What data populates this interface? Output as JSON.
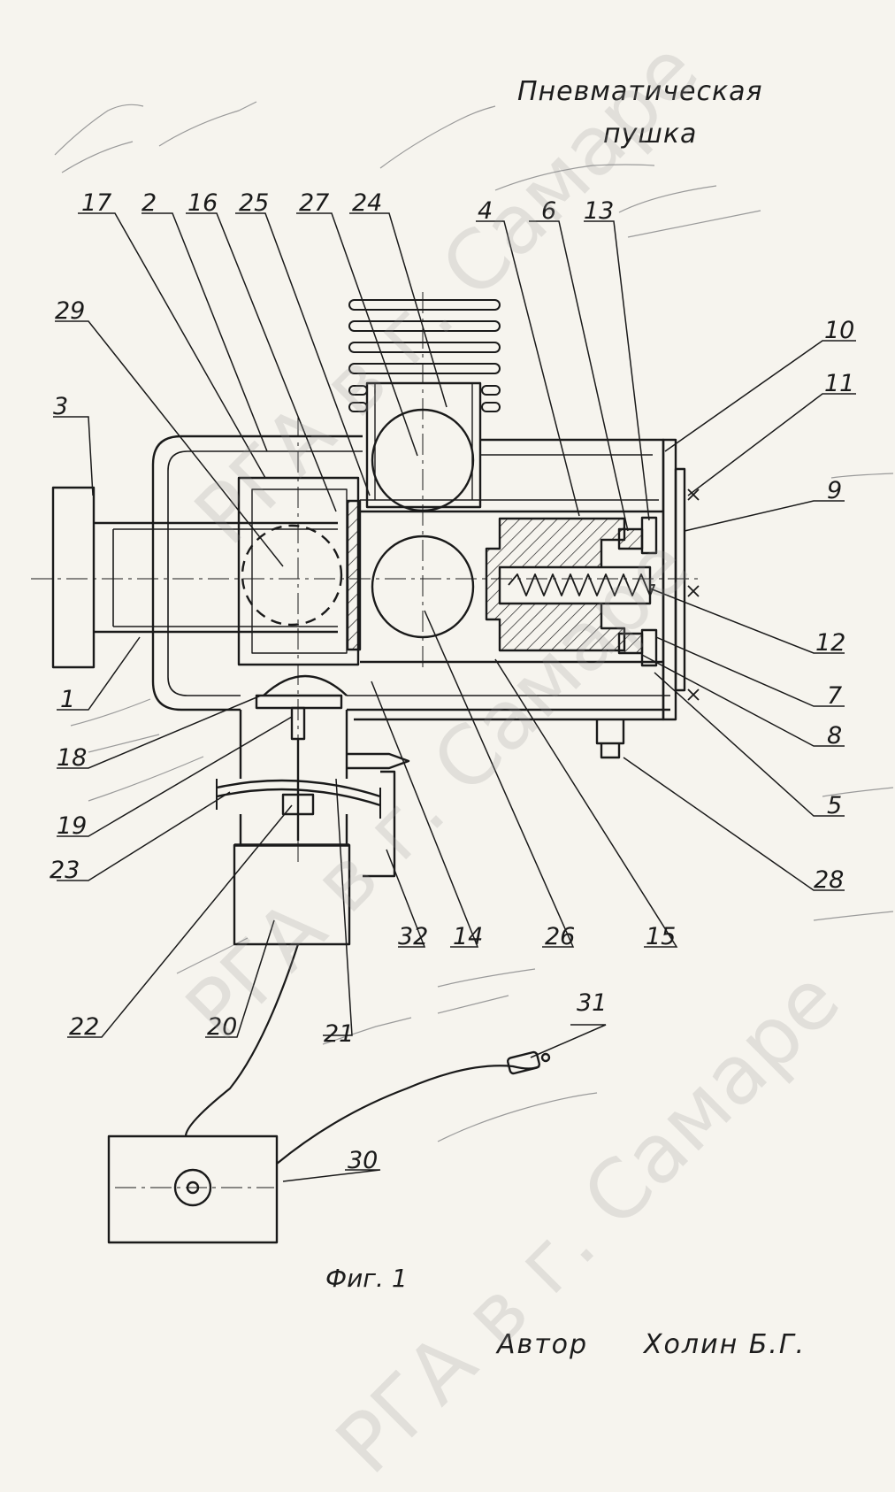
{
  "title_line1": "Пневматическая",
  "title_line2": "пушка",
  "figure_caption": "Фиг. 1",
  "author_label": "Автор",
  "author_name": "Холин Б.Г.",
  "watermark": [
    "РГА в г. Самаре",
    "РГА в г. Самаре",
    "РГА в г. Самаре"
  ],
  "labels": {
    "l1": "1",
    "l2": "2",
    "l3": "3",
    "l4": "4",
    "l5": "5",
    "l6": "6",
    "l7": "7",
    "l8": "8",
    "l9": "9",
    "l10": "10",
    "l11": "11",
    "l12": "12",
    "l13": "13",
    "l14": "14",
    "l15": "15",
    "l16": "16",
    "l17": "17",
    "l18": "18",
    "l19": "19",
    "l20": "20",
    "l21": "21",
    "l22": "22",
    "l23": "23",
    "l24": "24",
    "l25": "25",
    "l26": "26",
    "l27": "27",
    "l28": "28",
    "l29": "29",
    "l30": "30",
    "l31": "31",
    "l32": "32"
  },
  "colors": {
    "ink": "#1a1a1a",
    "paper": "#f6f4ee",
    "pencil": "#8a8a8a"
  }
}
